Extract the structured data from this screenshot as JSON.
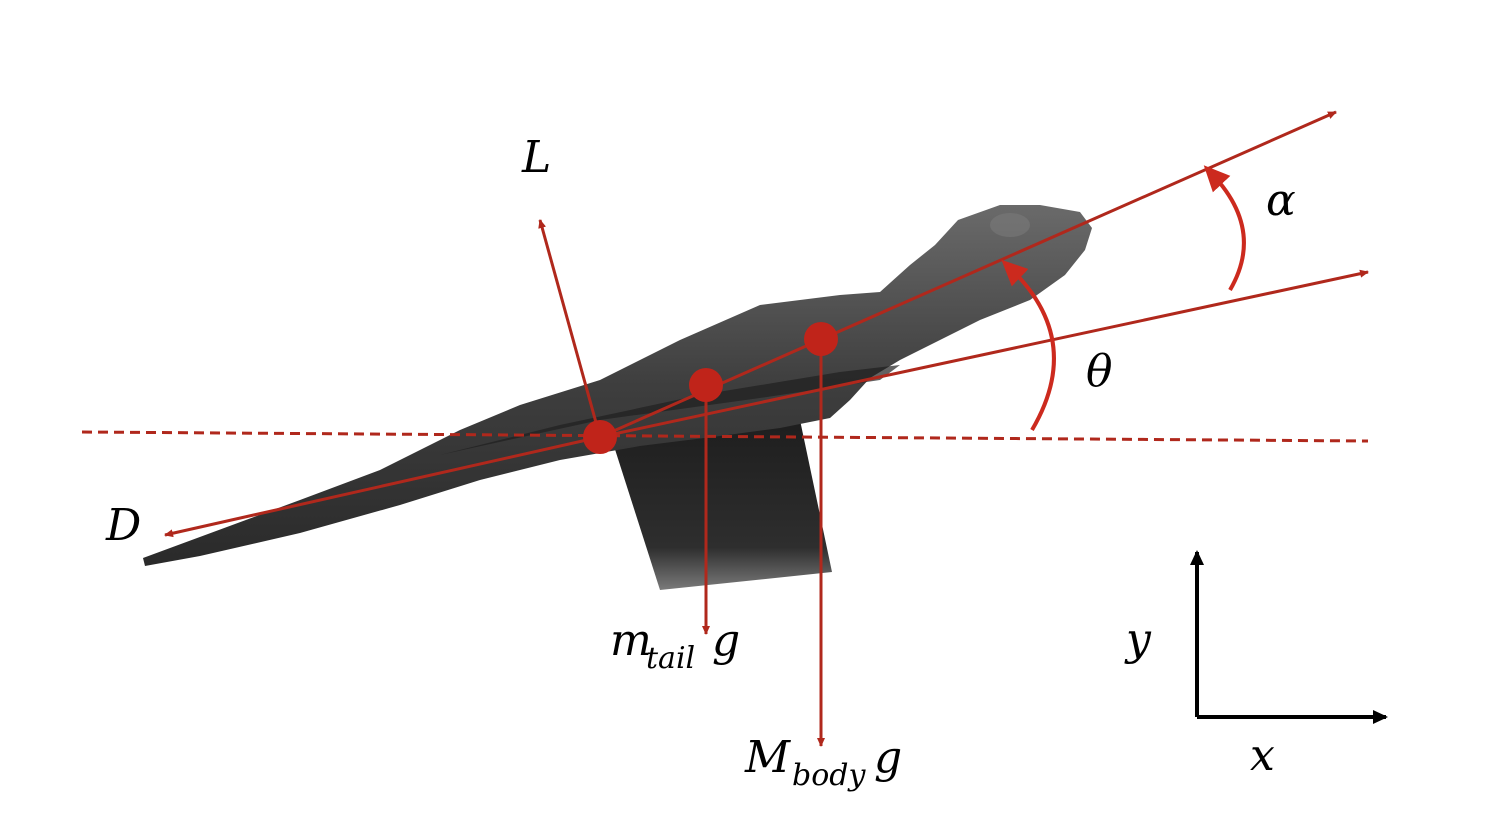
{
  "labels": {
    "lift": "L",
    "drag": "D",
    "alpha": "α",
    "theta": "θ",
    "tail_mass": "m",
    "tail_sub": "tail",
    "body_mass": "M",
    "body_sub": "body",
    "gravity": "g",
    "axis_y": "y",
    "axis_x": "x"
  },
  "colors": {
    "force_arrow": "#b0281c",
    "angle_arc": "#cc2a1e",
    "mass_point": "#c0241a",
    "axes": "#000000",
    "body": "#3a3a3a",
    "tail_fin": "#262626"
  }
}
